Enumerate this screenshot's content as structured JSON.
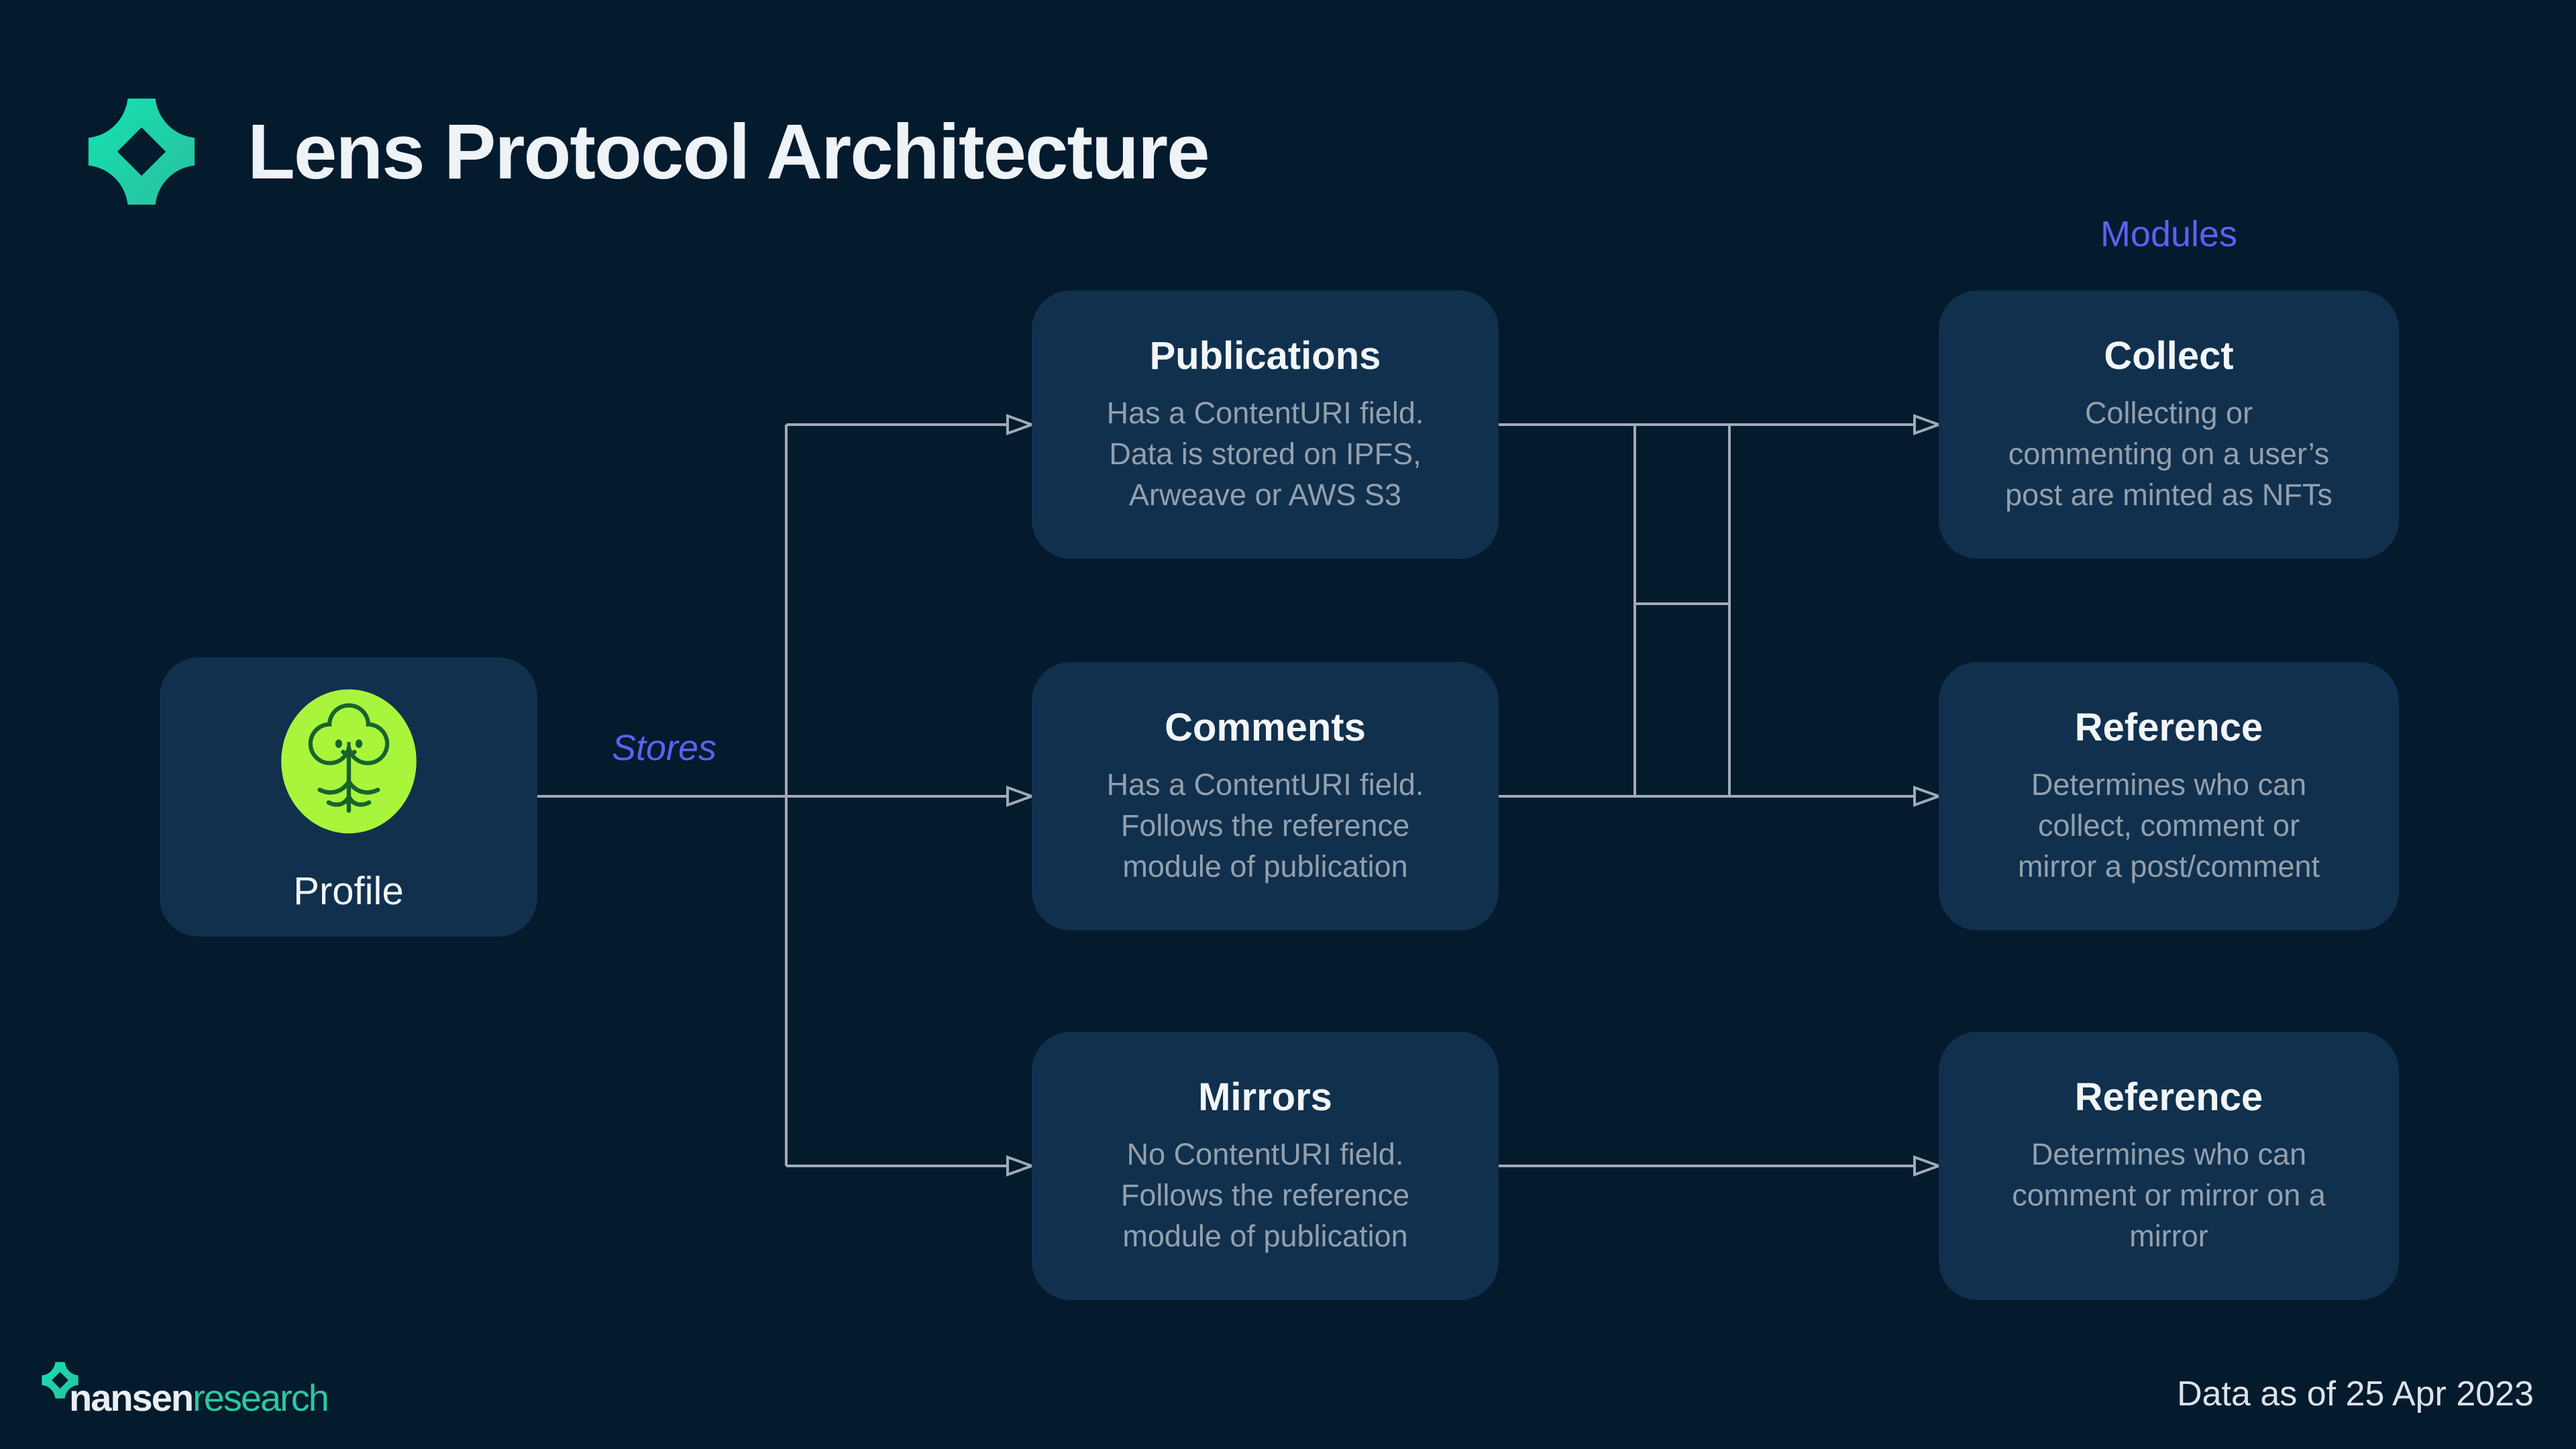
{
  "header": {
    "title": "Lens Protocol Architecture",
    "logo_icon": "nansen-star-icon"
  },
  "labels": {
    "stores": "Stores",
    "modules": "Modules"
  },
  "profile_card": {
    "title": "Profile",
    "avatar_icon": "lens-flower-icon"
  },
  "cards": {
    "publications": {
      "title": "Publications",
      "body": "Has a ContentURI field.\nData is stored on IPFS,\nArweave or AWS S3"
    },
    "comments": {
      "title": "Comments",
      "body": "Has a ContentURI field.\nFollows the reference\nmodule of publication"
    },
    "mirrors": {
      "title": "Mirrors",
      "body": "No ContentURI field.\nFollows the reference\nmodule of publication"
    },
    "collect": {
      "title": "Collect",
      "body": "Collecting or\ncommenting on a user’s\npost are minted as NFTs"
    },
    "reference_top": {
      "title": "Reference",
      "body": "Determines who can\ncollect, comment or\nmirror a post/comment"
    },
    "reference_bottom": {
      "title": "Reference",
      "body": "Determines who can\ncomment or mirror on a\nmirror"
    }
  },
  "footer": {
    "brand_primary": "nansen",
    "brand_secondary": "research",
    "brand_icon": "nansen-star-icon",
    "data_note": "Data as of 25 Apr 2023"
  },
  "colors": {
    "background": "#041a2d",
    "card": "#11304e",
    "card_title": "#f2f6f9",
    "card_body": "#93a0ad",
    "header_title": "#eef3f7",
    "connector": "#9fabb8",
    "accent_indigo": "#5a62f3",
    "lens_green": "#a9f53c",
    "lens_stroke": "#17632e",
    "teal_bright": "#12e3b2",
    "teal_dark": "#2cbf9f",
    "research_teal": "#2bc79e",
    "wordmark_white": "#e9eef1",
    "footer_text": "#dce3ea"
  }
}
